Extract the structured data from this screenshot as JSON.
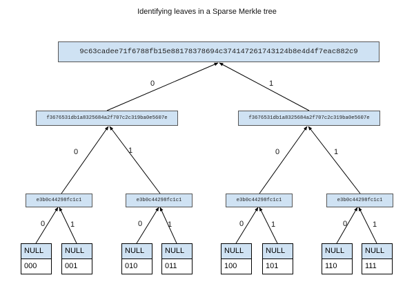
{
  "title": "Identifying leaves in a Sparse Merkle tree",
  "root": {
    "hash": "9c63cadee71f6788fb15e88178378694c374147261743124b8e4d4f7eac882c9"
  },
  "level1": [
    {
      "hash": "f3676531db1a8325684a2f707c2c319ba0e5607e"
    },
    {
      "hash": "f3676531db1a8325684a2f707c2c319ba0e5607e"
    }
  ],
  "level2": [
    {
      "hash": "e3b0c44298fc1c1"
    },
    {
      "hash": "e3b0c44298fc1c1"
    },
    {
      "hash": "e3b0c44298fc1c1"
    },
    {
      "hash": "e3b0c44298fc1c1"
    }
  ],
  "leaves": [
    {
      "value": "NULL",
      "path": "000"
    },
    {
      "value": "NULL",
      "path": "001"
    },
    {
      "value": "NULL",
      "path": "010"
    },
    {
      "value": "NULL",
      "path": "011"
    },
    {
      "value": "NULL",
      "path": "100"
    },
    {
      "value": "NULL",
      "path": "101"
    },
    {
      "value": "NULL",
      "path": "110"
    },
    {
      "value": "NULL",
      "path": "111"
    }
  ],
  "bits": {
    "left": "0",
    "right": "1"
  }
}
